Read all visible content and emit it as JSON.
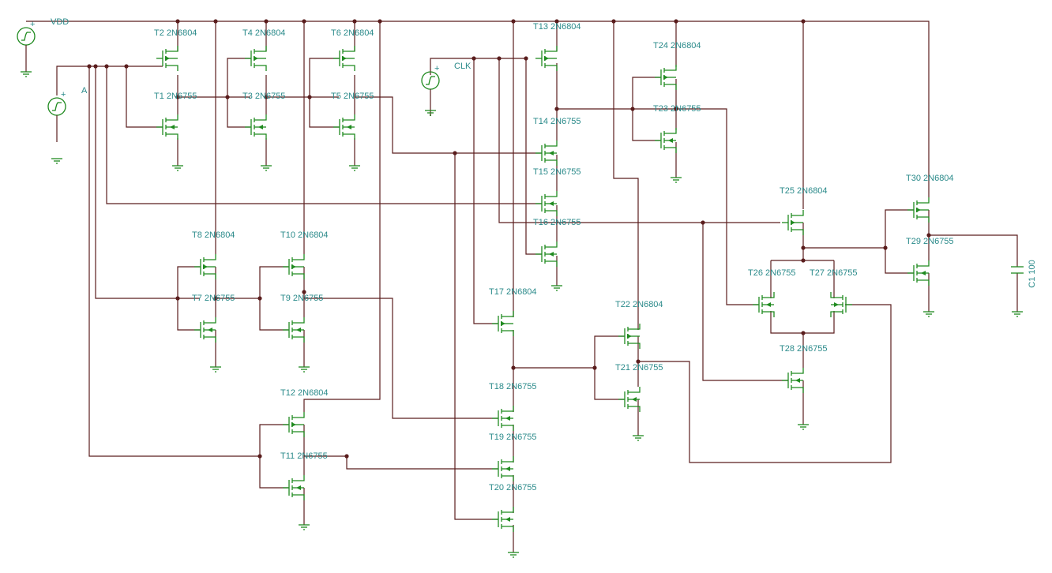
{
  "colors": {
    "wire": "#5a1d1d",
    "device": "#1f8a1f",
    "label": "#2a8a8a",
    "background": "#ffffff"
  },
  "sources": [
    {
      "id": "vdd",
      "label": "VDD"
    },
    {
      "id": "a",
      "label": "A"
    },
    {
      "id": "clk",
      "label": "CLK"
    }
  ],
  "transistors": [
    {
      "id": "T1",
      "label": "T1 2N6755",
      "type": "nmos"
    },
    {
      "id": "T2",
      "label": "T2 2N6804",
      "type": "pmos"
    },
    {
      "id": "T3",
      "label": "T3 2N6755",
      "type": "nmos"
    },
    {
      "id": "T4",
      "label": "T4 2N6804",
      "type": "pmos"
    },
    {
      "id": "T5",
      "label": "T5 2N6755",
      "type": "nmos"
    },
    {
      "id": "T6",
      "label": "T6 2N6804",
      "type": "pmos"
    },
    {
      "id": "T7",
      "label": "T7 2N6755",
      "type": "nmos"
    },
    {
      "id": "T8",
      "label": "T8 2N6804",
      "type": "pmos"
    },
    {
      "id": "T9",
      "label": "T9 2N6755",
      "type": "nmos"
    },
    {
      "id": "T10",
      "label": "T10 2N6804",
      "type": "pmos"
    },
    {
      "id": "T11",
      "label": "T11 2N6755",
      "type": "nmos"
    },
    {
      "id": "T12",
      "label": "T12 2N6804",
      "type": "pmos"
    },
    {
      "id": "T13",
      "label": "T13 2N6804",
      "type": "pmos"
    },
    {
      "id": "T14",
      "label": "T14 2N6755",
      "type": "nmos"
    },
    {
      "id": "T15",
      "label": "T15 2N6755",
      "type": "nmos"
    },
    {
      "id": "T16",
      "label": "T16 2N6755",
      "type": "nmos"
    },
    {
      "id": "T17",
      "label": "T17 2N6804",
      "type": "pmos"
    },
    {
      "id": "T18",
      "label": "T18 2N6755",
      "type": "nmos"
    },
    {
      "id": "T19",
      "label": "T19 2N6755",
      "type": "nmos"
    },
    {
      "id": "T20",
      "label": "T20 2N6755",
      "type": "nmos"
    },
    {
      "id": "T21",
      "label": "T21 2N6755",
      "type": "nmos"
    },
    {
      "id": "T22",
      "label": "T22 2N6804",
      "type": "pmos"
    },
    {
      "id": "T23",
      "label": "T23 2N6755",
      "type": "nmos"
    },
    {
      "id": "T24",
      "label": "T24 2N6804",
      "type": "pmos"
    },
    {
      "id": "T25",
      "label": "T25 2N6804",
      "type": "pmos"
    },
    {
      "id": "T26",
      "label": "T26 2N6755",
      "type": "nmos"
    },
    {
      "id": "T27",
      "label": "T27 2N6755",
      "type": "nmos"
    },
    {
      "id": "T28",
      "label": "T28 2N6755",
      "type": "nmos"
    },
    {
      "id": "T29",
      "label": "T29 2N6755",
      "type": "nmos"
    },
    {
      "id": "T30",
      "label": "T30 2N6804",
      "type": "pmos"
    }
  ],
  "capacitor": {
    "id": "C1",
    "label": "C1 100"
  }
}
